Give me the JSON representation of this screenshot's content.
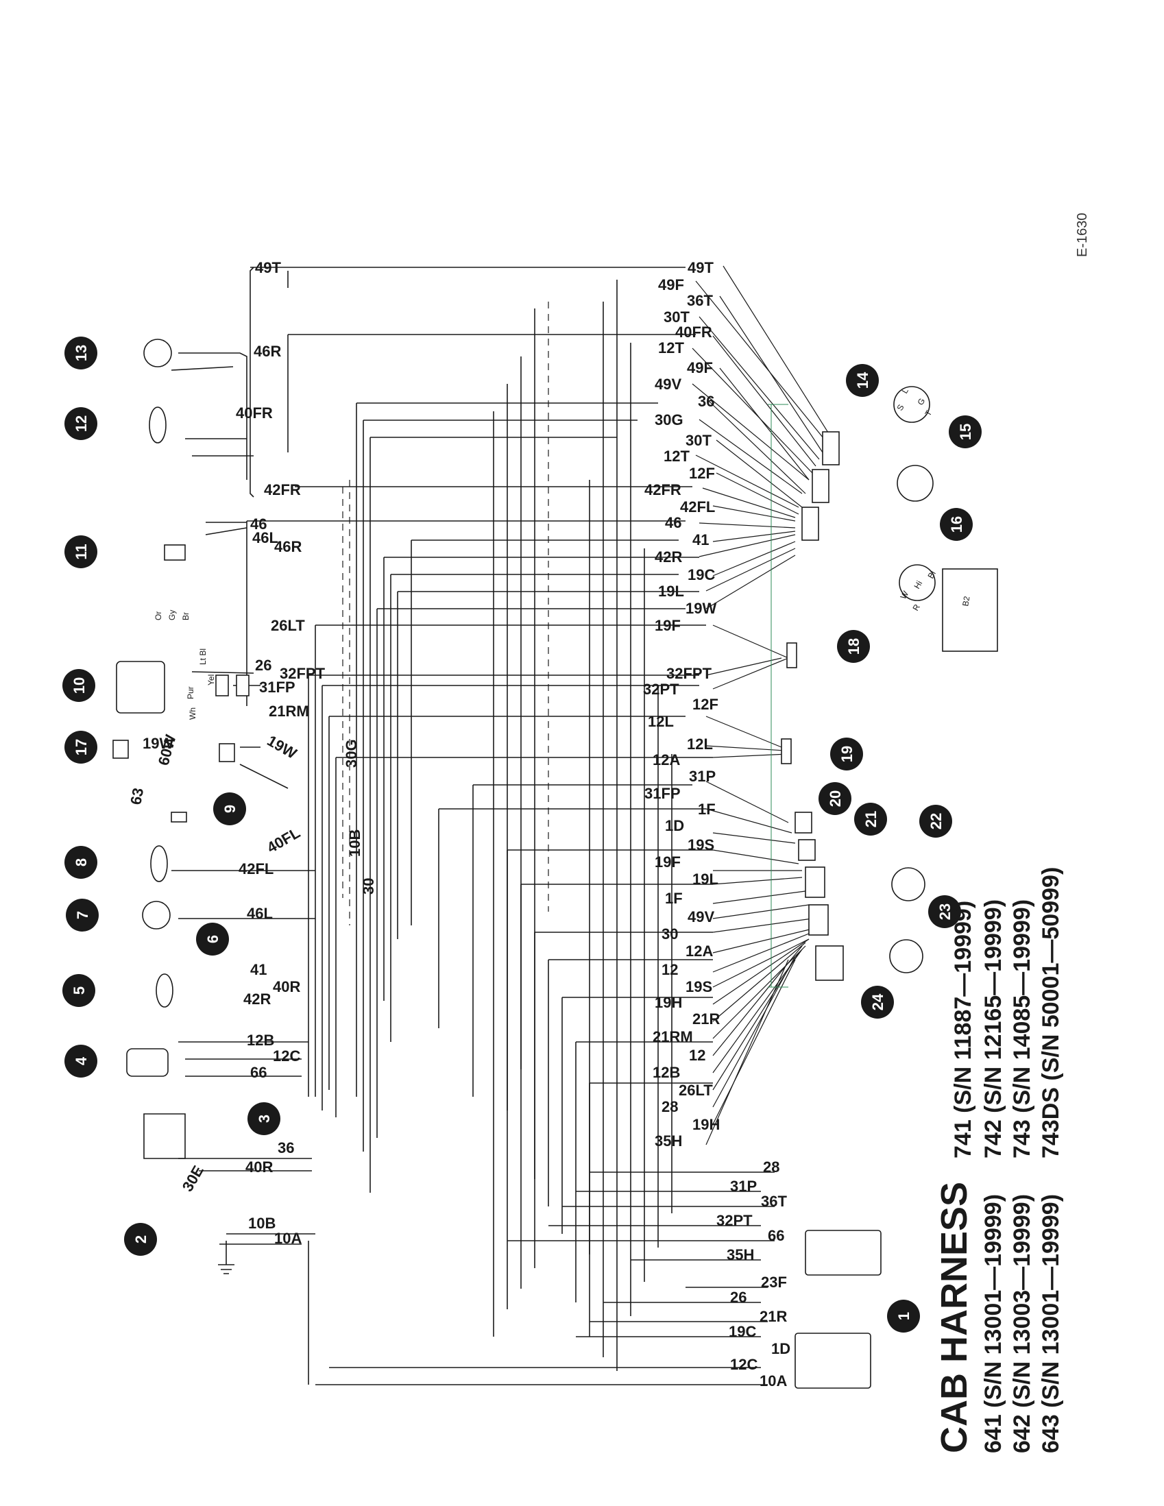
{
  "title": "CAB HARNESS",
  "models": [
    "641 (S/N 13001—19999)",
    "642 (S/N 13003—19999)",
    "643 (S/N 13001—19999)"
  ],
  "models_right": [
    "741 (S/N 11887—19999)",
    "742 (S/N 12165—19999)",
    "743 (S/N 14085—19999)",
    "743DS (S/N 50001—50999)"
  ],
  "figure_ref": "E-1630",
  "callouts": [
    "1",
    "2",
    "3",
    "4",
    "5",
    "6",
    "7",
    "8",
    "9",
    "10",
    "11",
    "12",
    "13",
    "14",
    "15",
    "16",
    "17",
    "18",
    "19",
    "20",
    "21",
    "22",
    "23",
    "24"
  ],
  "left_labels": [
    "49T",
    "46R",
    "40FR",
    "42FR",
    "46",
    "46R",
    "46L",
    "26LT",
    "26",
    "32FPT",
    "31FP",
    "21RM",
    "19W",
    "60W",
    "63",
    "19W",
    "30G",
    "40FL",
    "42FL",
    "46L",
    "10B",
    "30",
    "41",
    "40R",
    "42R",
    "12B",
    "12C",
    "66",
    "36",
    "40R",
    "10B",
    "10A",
    "30E"
  ],
  "right_labels": [
    "49T",
    "49F",
    "36T",
    "30T",
    "40FR",
    "12T",
    "49F",
    "49V",
    "36",
    "30G",
    "30T",
    "12T",
    "12F",
    "42FR",
    "42FL",
    "46",
    "41",
    "42R",
    "19C",
    "19L",
    "19W",
    "19F",
    "32FPT",
    "32PT",
    "12F",
    "12L",
    "12L",
    "12A",
    "31P",
    "31FP",
    "1F",
    "1D",
    "19S",
    "19F",
    "19L",
    "1F",
    "49V",
    "30",
    "12A",
    "12",
    "19S",
    "19H",
    "21R",
    "21RM",
    "12",
    "12B",
    "26LT",
    "28",
    "19H",
    "35H"
  ],
  "bottom_labels": [
    "28",
    "31P",
    "36T",
    "32PT",
    "66",
    "35H",
    "23F",
    "26",
    "21R",
    "19C",
    "1D",
    "12C",
    "10A"
  ],
  "component_marks": [
    "Or",
    "Gy",
    "Br",
    "Lt Bl",
    "Yel",
    "Pur",
    "Wh",
    "W",
    "Hi",
    "Bl",
    "R",
    "B2",
    "S",
    "L",
    "G",
    "T"
  ]
}
